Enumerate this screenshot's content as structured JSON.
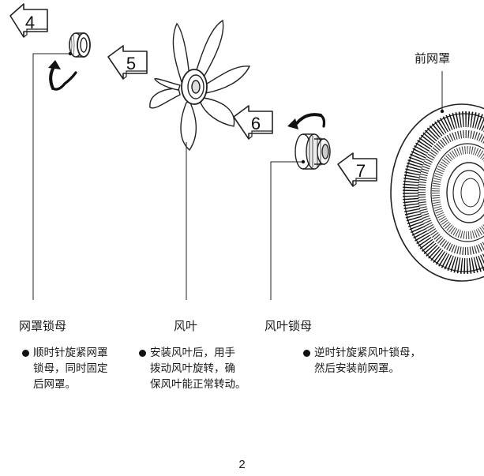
{
  "steps": [
    "4",
    "5",
    "6",
    "7"
  ],
  "parts": {
    "front_guard": "前网罩",
    "guard_nut": "网罩锁母",
    "blade": "风叶",
    "blade_nut": "风叶锁母"
  },
  "notes": {
    "guard_nut": [
      "顺时针旋紧网罩",
      "锁母，同时固定",
      "后网罩。"
    ],
    "blade": [
      "安装风叶后，用手",
      "拨动风叶旋转，确",
      "保风叶能正常转动。"
    ],
    "blade_nut": [
      "逆时针旋紧风叶锁母，",
      "然后安装前网罩。"
    ]
  },
  "page_number": "2",
  "icons": [
    "arrow-left-icon",
    "rotate-clockwise-icon",
    "rotate-counterclockwise-icon",
    "fan-blade-icon",
    "guard-nut-icon",
    "blade-nut-icon",
    "front-guard-icon"
  ]
}
